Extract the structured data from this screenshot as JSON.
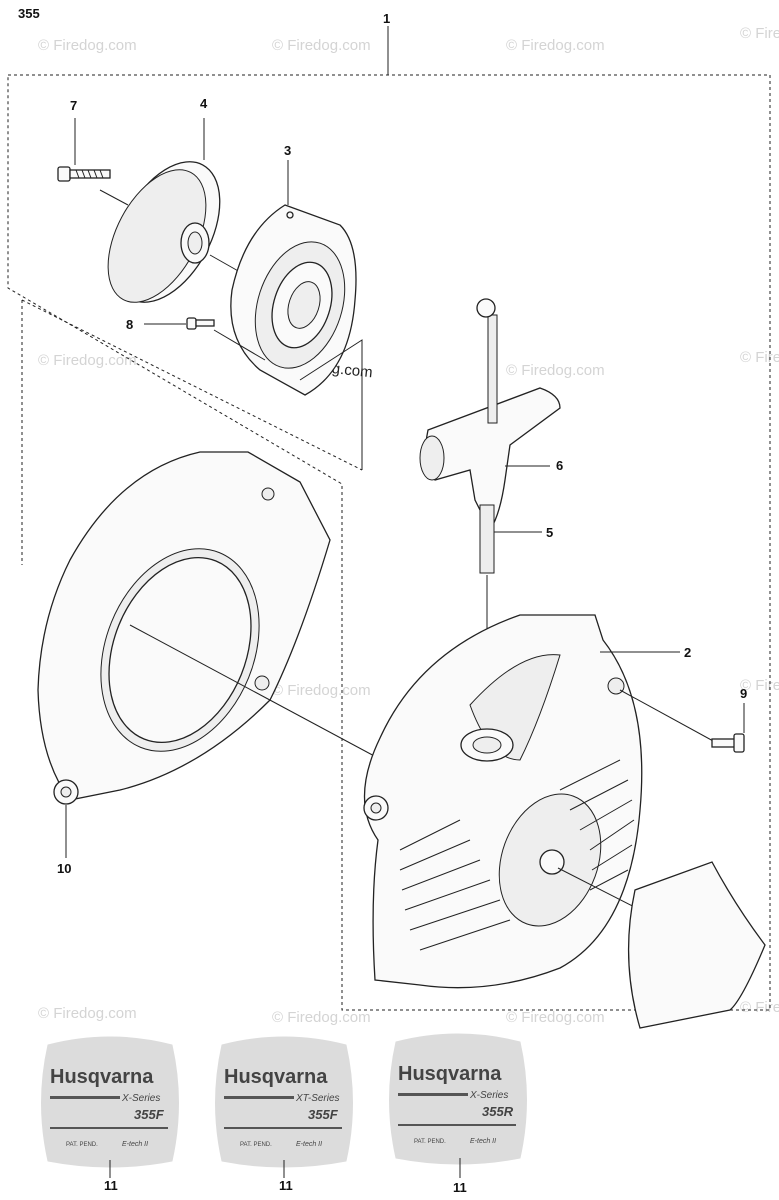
{
  "page_code": "355",
  "watermark": "© Firedog.com",
  "callouts": {
    "c1": "1",
    "c2": "2",
    "c3": "3",
    "c4": "4",
    "c5": "5",
    "c6": "6",
    "c7": "7",
    "c8": "8",
    "c9": "9",
    "c10": "10",
    "c11a": "11",
    "c11b": "11",
    "c11c": "11"
  },
  "decals": [
    {
      "brand": "Husqvarna",
      "series": "X-Series",
      "model": "355F",
      "patent": "PAT. PEND.",
      "tech": "E-tech II"
    },
    {
      "brand": "Husqvarna",
      "series": "XT-Series",
      "model": "355F",
      "patent": "PAT. PEND.",
      "tech": "E-tech II"
    },
    {
      "brand": "Husqvarna",
      "series": "X-Series",
      "model": "355R",
      "patent": "PAT. PEND.",
      "tech": "E-tech II"
    }
  ],
  "colors": {
    "line": "#222222",
    "watermark": "#d4d4d4",
    "decal_fill": "#dcdcdc"
  }
}
